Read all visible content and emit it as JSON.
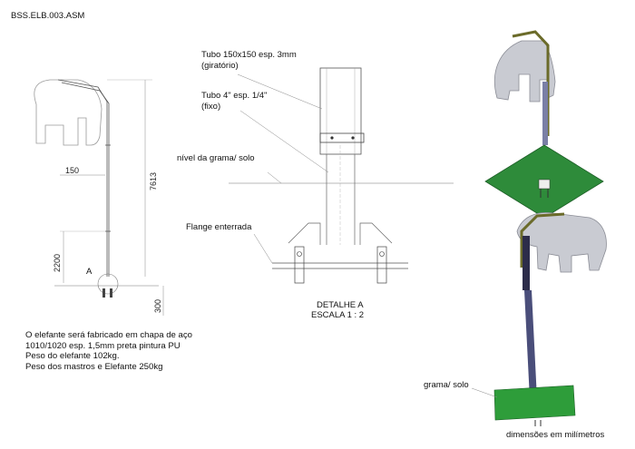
{
  "drawing": {
    "code": "BSS.ELB.003.ASM"
  },
  "elevation": {
    "dim_offset": "150",
    "dim_total_height": "7613",
    "dim_section_height": "2200",
    "dim_base": "300",
    "detail_marker": "A"
  },
  "detail": {
    "label_upper_tube": [
      "Tubo 150x150 esp. 3mm",
      "(giratório)"
    ],
    "label_lower_tube": [
      "Tubo 4\" esp. 1/4\"",
      "(fixo)"
    ],
    "label_ground": "nível da grama/ solo",
    "label_flange": "Flange enterrada",
    "title": "DETALHE A",
    "scale": "ESCALA 1 : 2"
  },
  "notes": [
    "O elefante será fabricado em chapa de aço",
    "1010/1020 esp. 1,5mm preta pintura PU",
    "Peso do elefante 102kg.",
    "Peso dos mastros e Elefante 250kg"
  ],
  "render": {
    "label_ground": "grama/ solo",
    "units": "dimensões em milímetros"
  },
  "colors": {
    "elephant": "#c9cbd2",
    "pole_dark": "#2c2c4a",
    "pole_light": "#7a7fa6",
    "accent_olive": "#6b6b2a",
    "plate_green": "#2e8b3a"
  }
}
